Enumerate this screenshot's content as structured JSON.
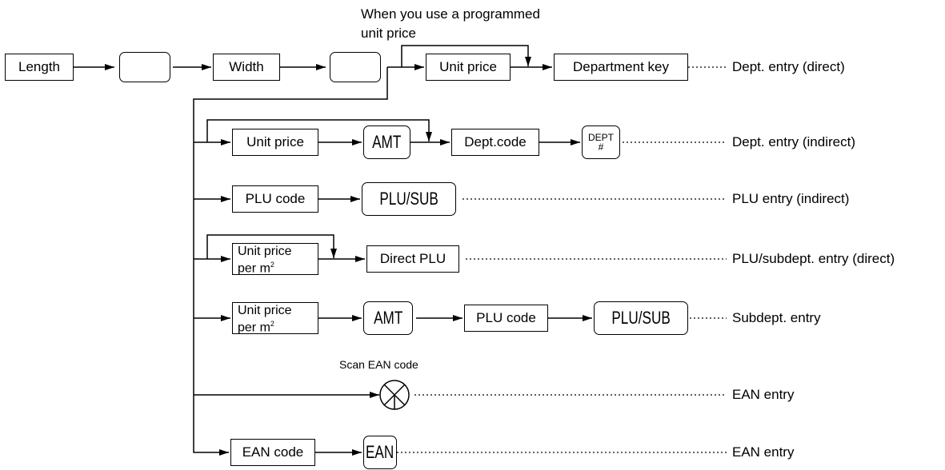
{
  "note": {
    "line1": "When you use a programmed",
    "line2": "unit price"
  },
  "row0": {
    "length": "Length",
    "width": "Width",
    "unit_price": "Unit price",
    "department_key": "Department key",
    "result": "Dept. entry (direct)"
  },
  "row1": {
    "unit_price": "Unit price",
    "amt": "AMT",
    "dept_code": "Dept.code",
    "dept_key_top": "DEPT",
    "dept_key_bottom": "#",
    "result": "Dept. entry (indirect)"
  },
  "row2": {
    "plu_code": "PLU code",
    "plu_sub": "PLU/SUB",
    "result": "PLU entry (indirect)"
  },
  "row3": {
    "unit_price_line1": "Unit price",
    "unit_price_line2": "per m",
    "unit_price_sup": "2",
    "direct_plu": "Direct PLU",
    "result": "PLU/subdept. entry (direct)"
  },
  "row4": {
    "unit_price_line1": "Unit price",
    "unit_price_line2": "per m",
    "unit_price_sup": "2",
    "amt": "AMT",
    "plu_code": "PLU code",
    "plu_sub": "PLU/SUB",
    "result": "Subdept. entry"
  },
  "row5": {
    "scan_label": "Scan EAN code",
    "result": "EAN entry"
  },
  "row6": {
    "ean_code": "EAN code",
    "ean": "EAN",
    "result": "EAN entry"
  }
}
